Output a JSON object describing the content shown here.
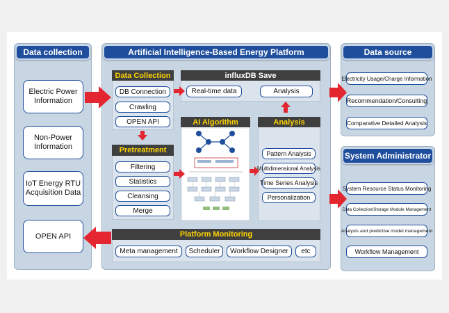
{
  "left_panel": {
    "title": "Data collection",
    "items": [
      "Electric Power Information",
      "Non-Power Information",
      "IoT Energy RTU Acquisition Data",
      "OPEN API"
    ]
  },
  "center_panel": {
    "title": "Artificial Intelligence-Based Energy Platform",
    "data_collection": {
      "title": "Data Collection",
      "items": [
        "DB Connection",
        "Crawling",
        "OPEN API"
      ]
    },
    "pretreatment": {
      "title": "Pretreatment",
      "items": [
        "Filtering",
        "Statistics",
        "Cleansing",
        "Merge"
      ]
    },
    "influx": {
      "title": "influxDB Save",
      "items": [
        "Real-time data",
        "Analysis"
      ]
    },
    "ai_algorithm": {
      "title": "AI Algorithm"
    },
    "analysis": {
      "title": "Analysis",
      "items": [
        "Pattern Analysis",
        "Multidimensional Analysis",
        "Time Series Analysis",
        "Personalization"
      ]
    },
    "monitoring": {
      "title": "Platform Monitoring",
      "items": [
        "Meta management",
        "Scheduler",
        "Workflow Designer",
        "etc"
      ]
    }
  },
  "data_source": {
    "title": "Data source",
    "items": [
      "Electricity Usage/Charge Information",
      "Recommendation/Consulting",
      "Comparative Detailed Analysis"
    ]
  },
  "system_admin": {
    "title": "System Administrator",
    "items": [
      "System Resource Status Monitoring",
      "Data Collection/Storage Module Management",
      "Analysis and predictive model management",
      "Workflow Management"
    ]
  },
  "colors": {
    "arrow": "#e3262f",
    "header_blue": "#1f4e9c",
    "dark_header": "#3f3f3f",
    "yellow_text": "#ffd400"
  }
}
